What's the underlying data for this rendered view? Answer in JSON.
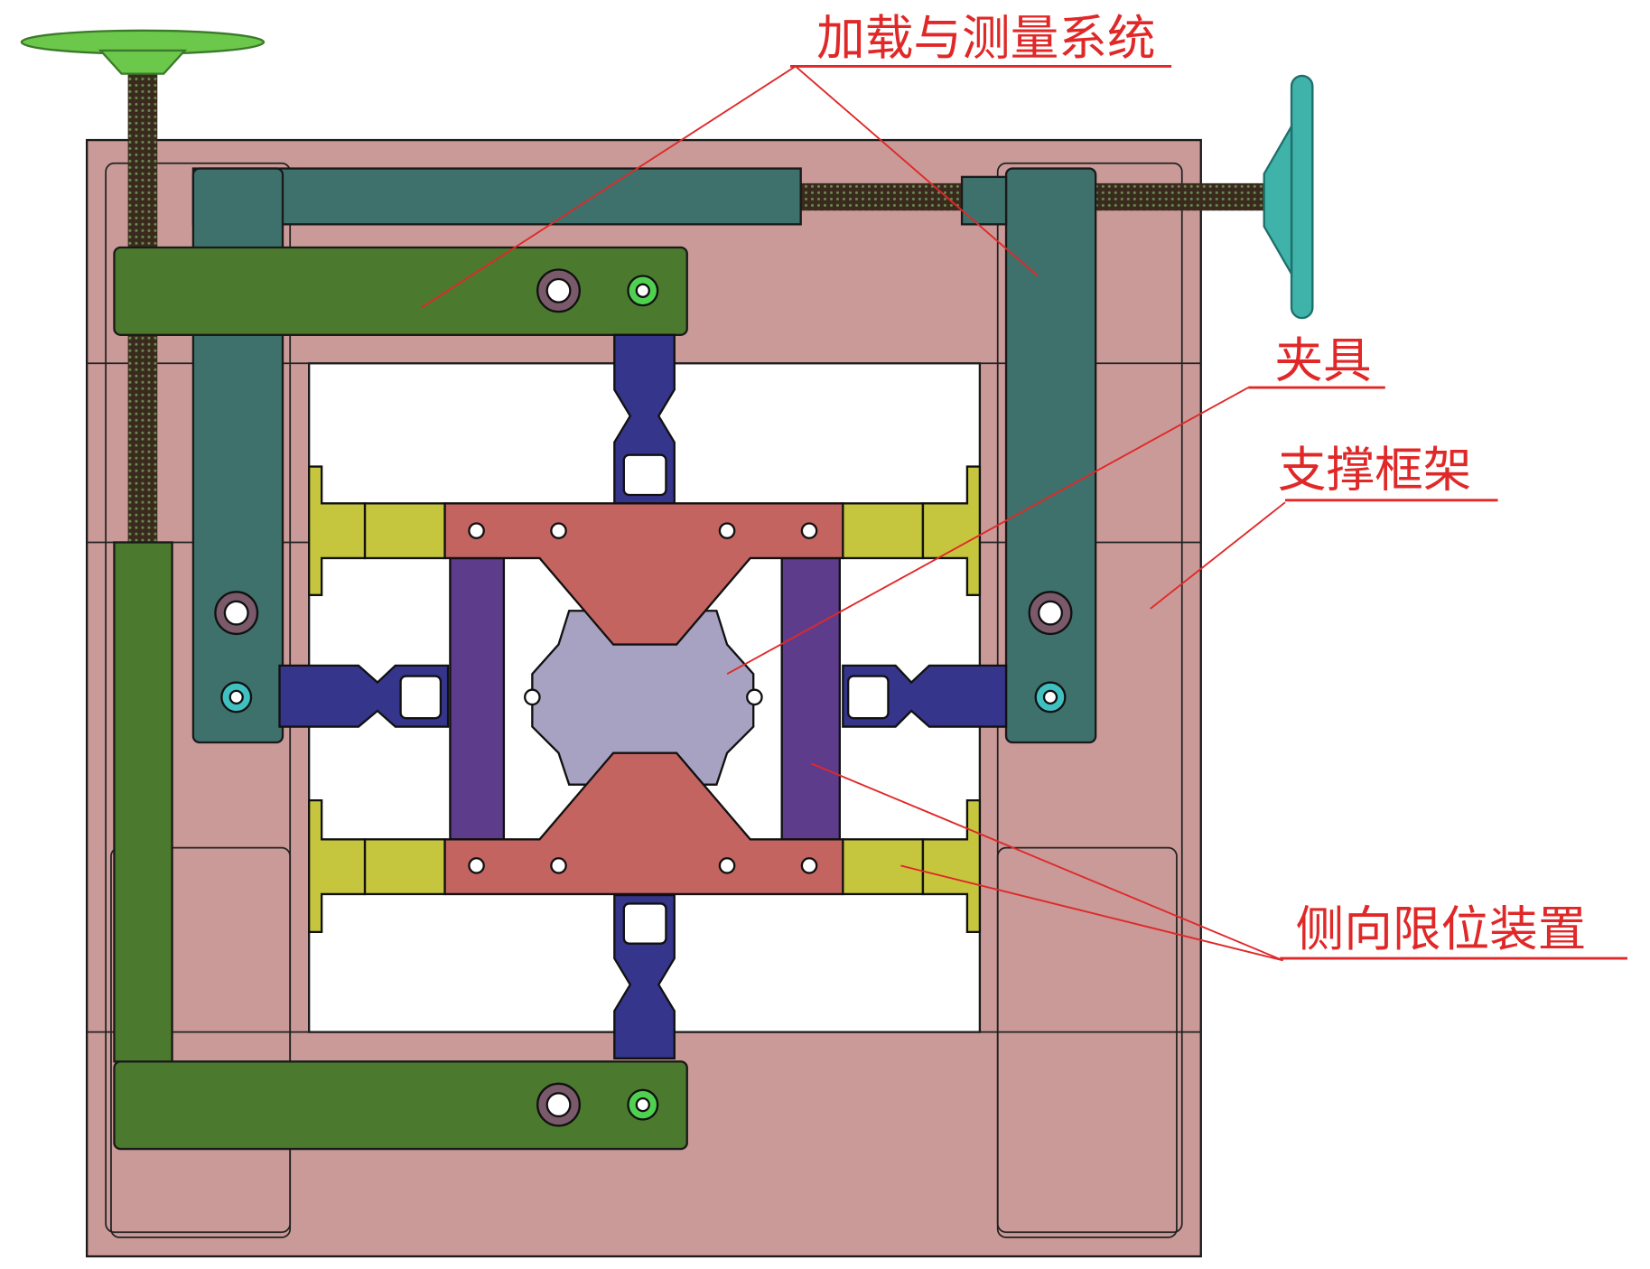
{
  "title": "加载与测量系统 / 夹具 / 支撑框架 / 侧向限位装置",
  "labels": {
    "loading_system": "加载与测量系统",
    "fixture": "夹具",
    "support_frame": "支撑框架",
    "lateral_limiter": "侧向限位装置"
  },
  "colors": {
    "frame": "#c99a98",
    "loading_teal": "#3f716c",
    "loading_green": "#4b7a2e",
    "handwheel_green": "#6cc84a",
    "handwheel_teal": "#3fb3aa",
    "arm_blue": "#35358c",
    "limiter_purple": "#5e3c8c",
    "clamp_red": "#c46461",
    "limiter_yellow": "#c6c63e",
    "specimen": "#a8a2c2",
    "annotation": "#e02828"
  }
}
